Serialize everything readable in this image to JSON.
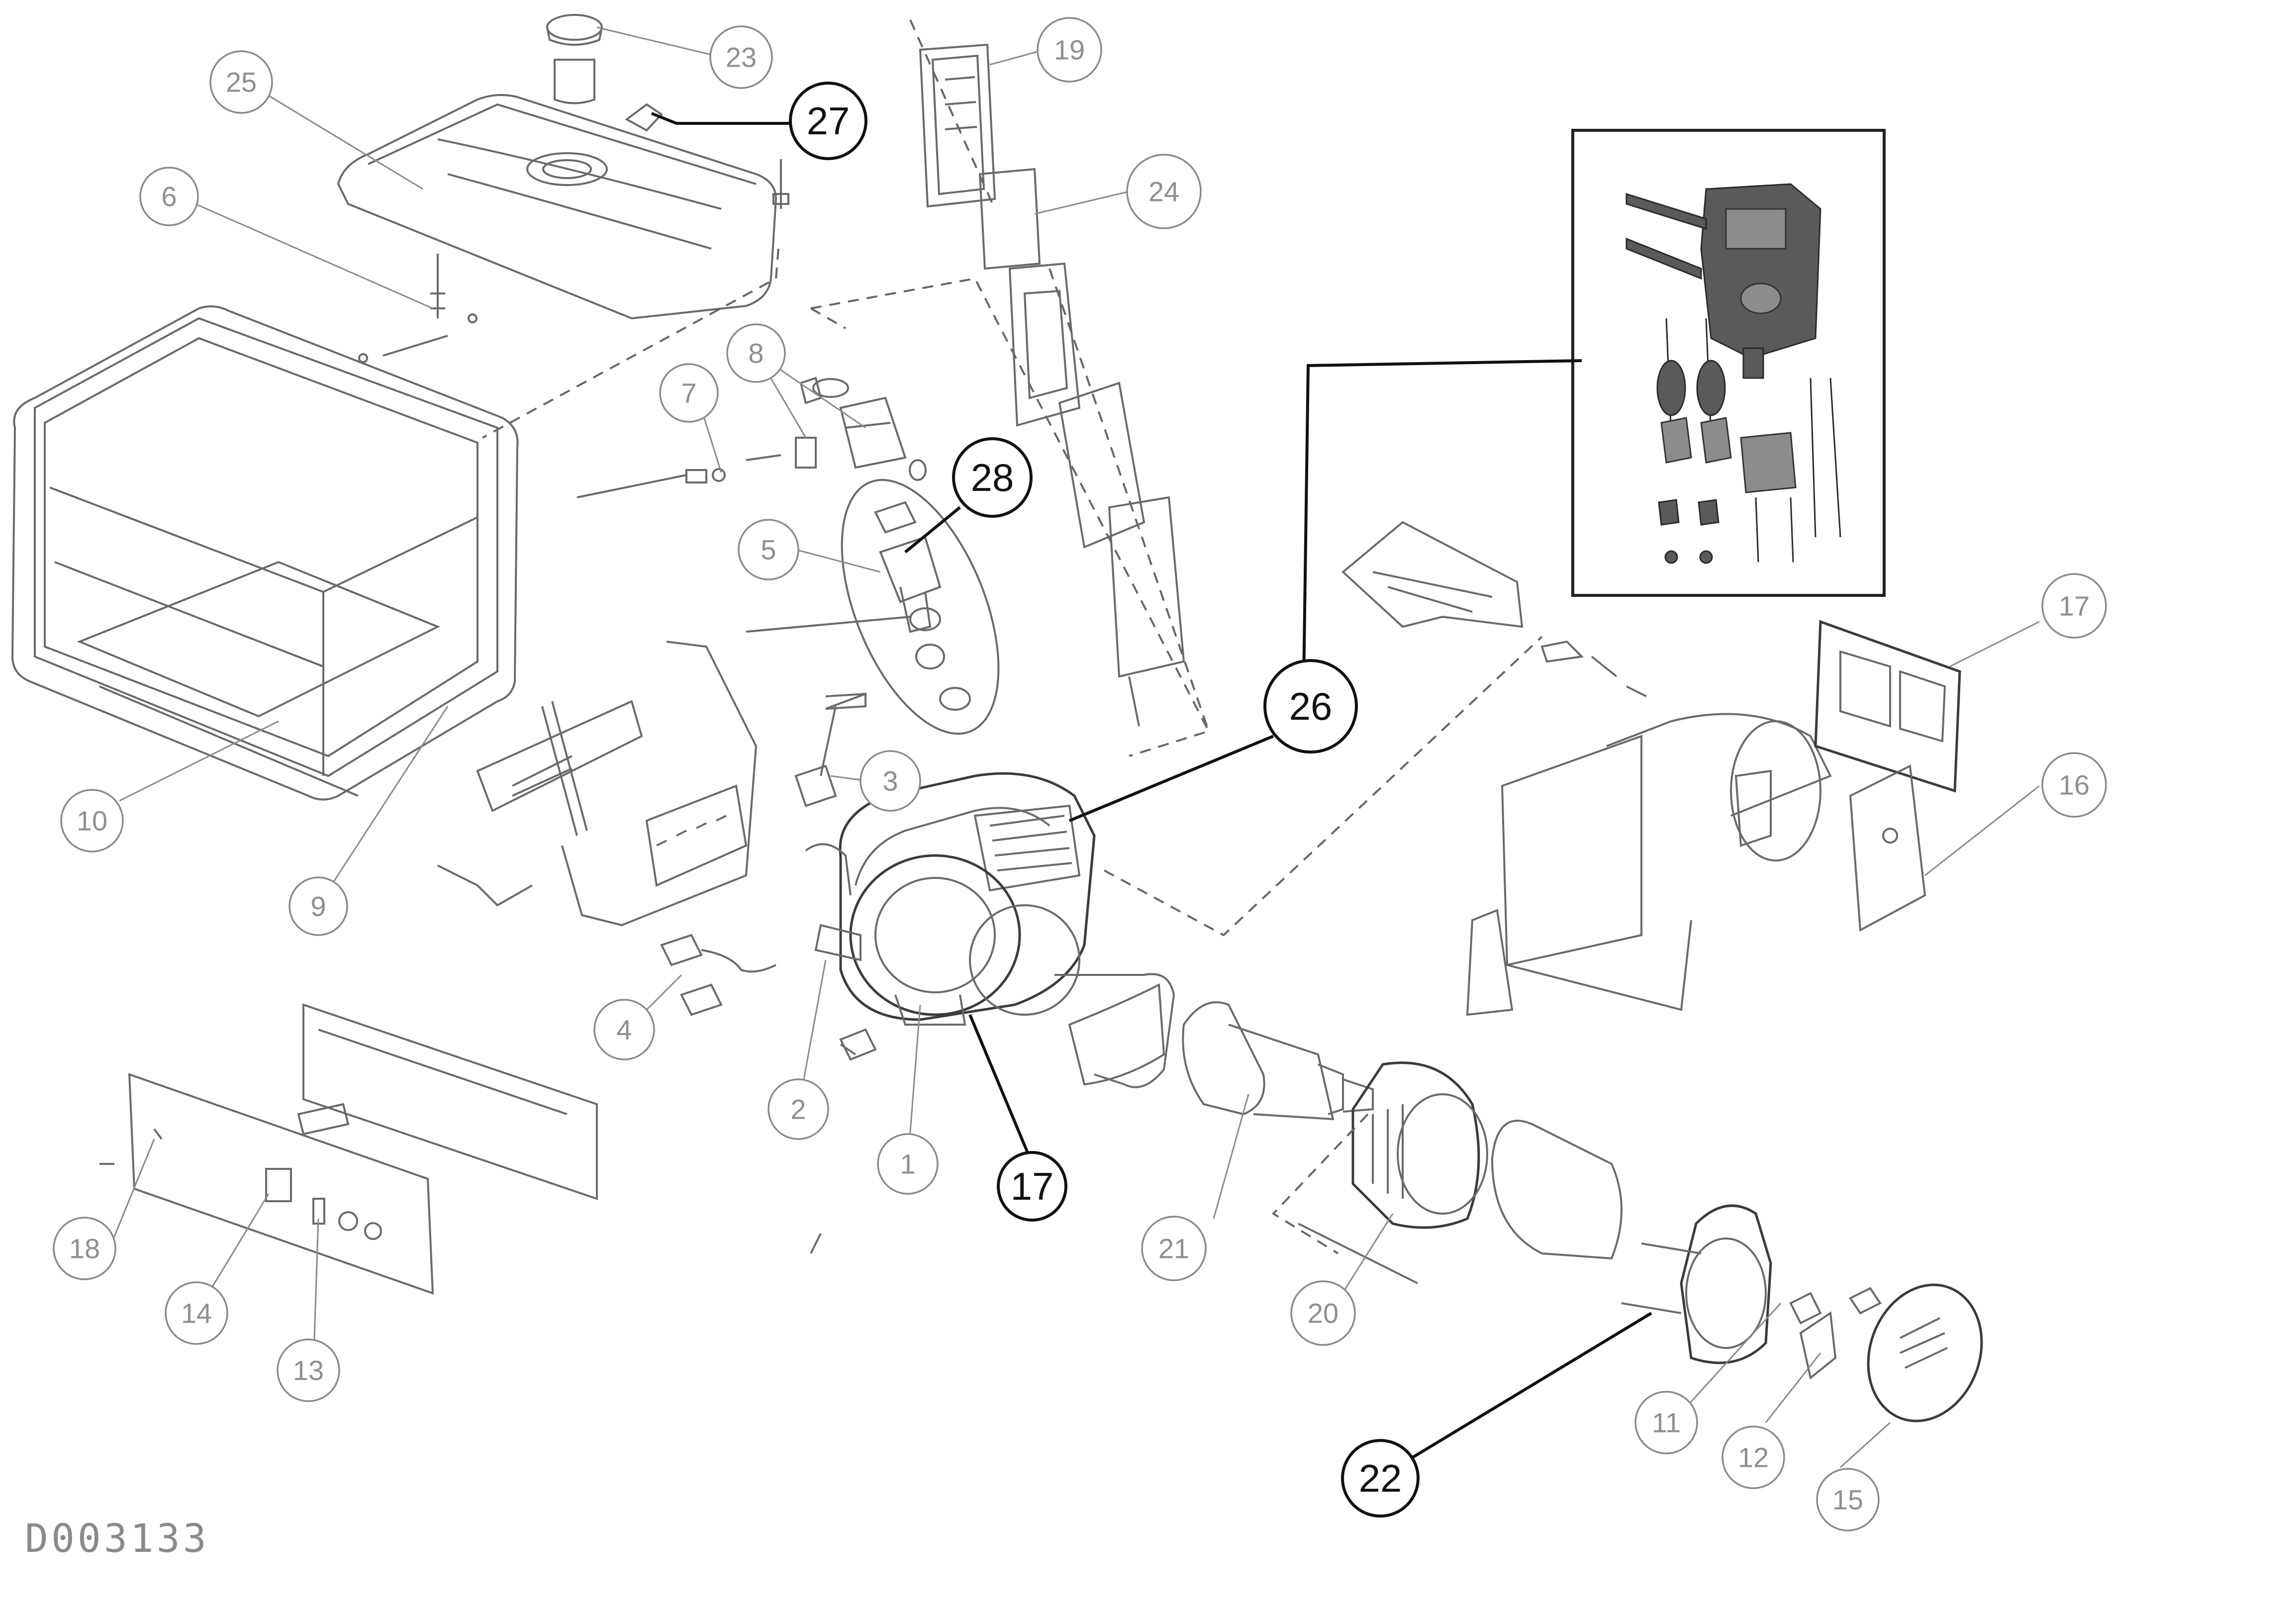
{
  "diagram": {
    "drawing_code": "D003133",
    "callouts": [
      {
        "id": "1",
        "style": "light"
      },
      {
        "id": "2",
        "style": "light"
      },
      {
        "id": "3",
        "style": "light"
      },
      {
        "id": "4",
        "style": "light"
      },
      {
        "id": "5",
        "style": "light"
      },
      {
        "id": "6",
        "style": "light"
      },
      {
        "id": "7",
        "style": "light"
      },
      {
        "id": "8",
        "style": "light"
      },
      {
        "id": "9",
        "style": "light"
      },
      {
        "id": "10",
        "style": "light"
      },
      {
        "id": "11",
        "style": "light"
      },
      {
        "id": "12",
        "style": "light"
      },
      {
        "id": "13",
        "style": "light"
      },
      {
        "id": "14",
        "style": "light"
      },
      {
        "id": "15",
        "style": "light"
      },
      {
        "id": "16",
        "style": "light"
      },
      {
        "id": "17a",
        "label": "17",
        "style": "light"
      },
      {
        "id": "17b",
        "label": "17",
        "style": "bold"
      },
      {
        "id": "18",
        "style": "light"
      },
      {
        "id": "19",
        "style": "light"
      },
      {
        "id": "20",
        "style": "light"
      },
      {
        "id": "21",
        "style": "light"
      },
      {
        "id": "22",
        "style": "bold"
      },
      {
        "id": "23",
        "style": "light"
      },
      {
        "id": "24",
        "style": "light"
      },
      {
        "id": "25",
        "style": "light"
      },
      {
        "id": "26",
        "style": "bold"
      },
      {
        "id": "27",
        "style": "bold"
      },
      {
        "id": "28",
        "style": "bold"
      }
    ]
  }
}
